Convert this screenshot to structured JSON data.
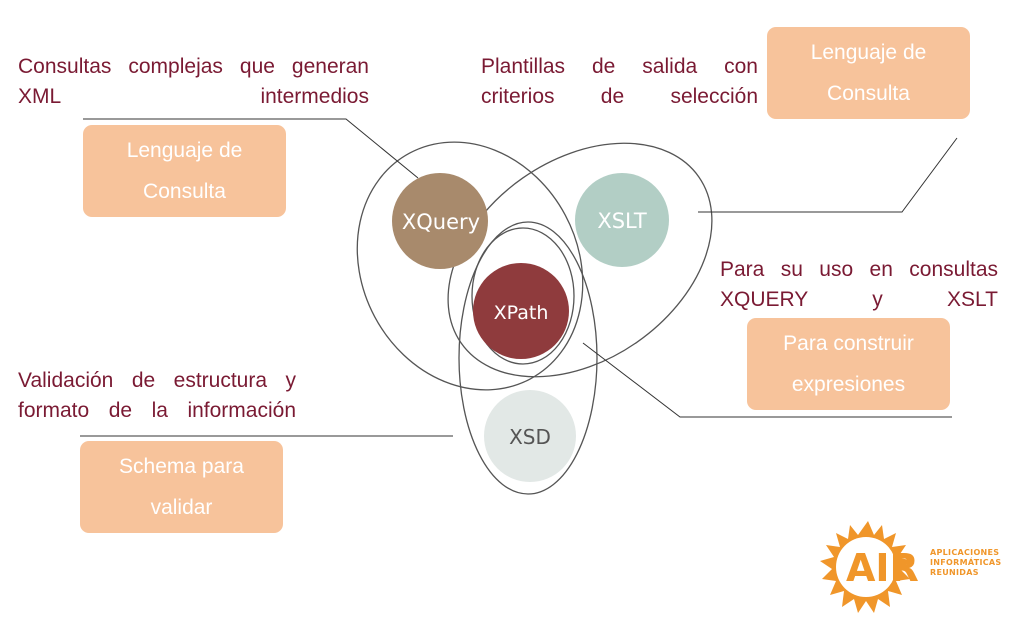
{
  "descriptions": {
    "xquery": "Consultas complejas que generan XML intermedios",
    "xslt": "Plantillas de salida con criterios de selección",
    "xpath": "Para su uso en consultas XQUERY y XSLT",
    "xsd": "Validación de estructura y formato de la información"
  },
  "boxes": {
    "xquery": [
      "Lenguaje de",
      "Consulta"
    ],
    "xslt": [
      "Lenguaje de",
      "Consulta"
    ],
    "xpath": [
      "Para construir",
      "expresiones"
    ],
    "xsd": [
      "Schema para",
      "validar"
    ]
  },
  "nodes": {
    "xquery": {
      "label": "XQuery",
      "color": "#a88a6c",
      "text_color": "#ffffff"
    },
    "xslt": {
      "label": "XSLT",
      "color": "#b2cec5",
      "text_color": "#ffffff"
    },
    "xpath": {
      "label": "XPath",
      "color": "#8f3b3d",
      "text_color": "#ffffff"
    },
    "xsd": {
      "label": "XSD",
      "color": "#e2e8e6",
      "text_color": "#555555"
    }
  },
  "logo": {
    "name": "AIR",
    "lines": [
      "APLICACIONES",
      "INFORMÁTICAS",
      "REUNIDAS"
    ],
    "color": "#f0962a"
  }
}
